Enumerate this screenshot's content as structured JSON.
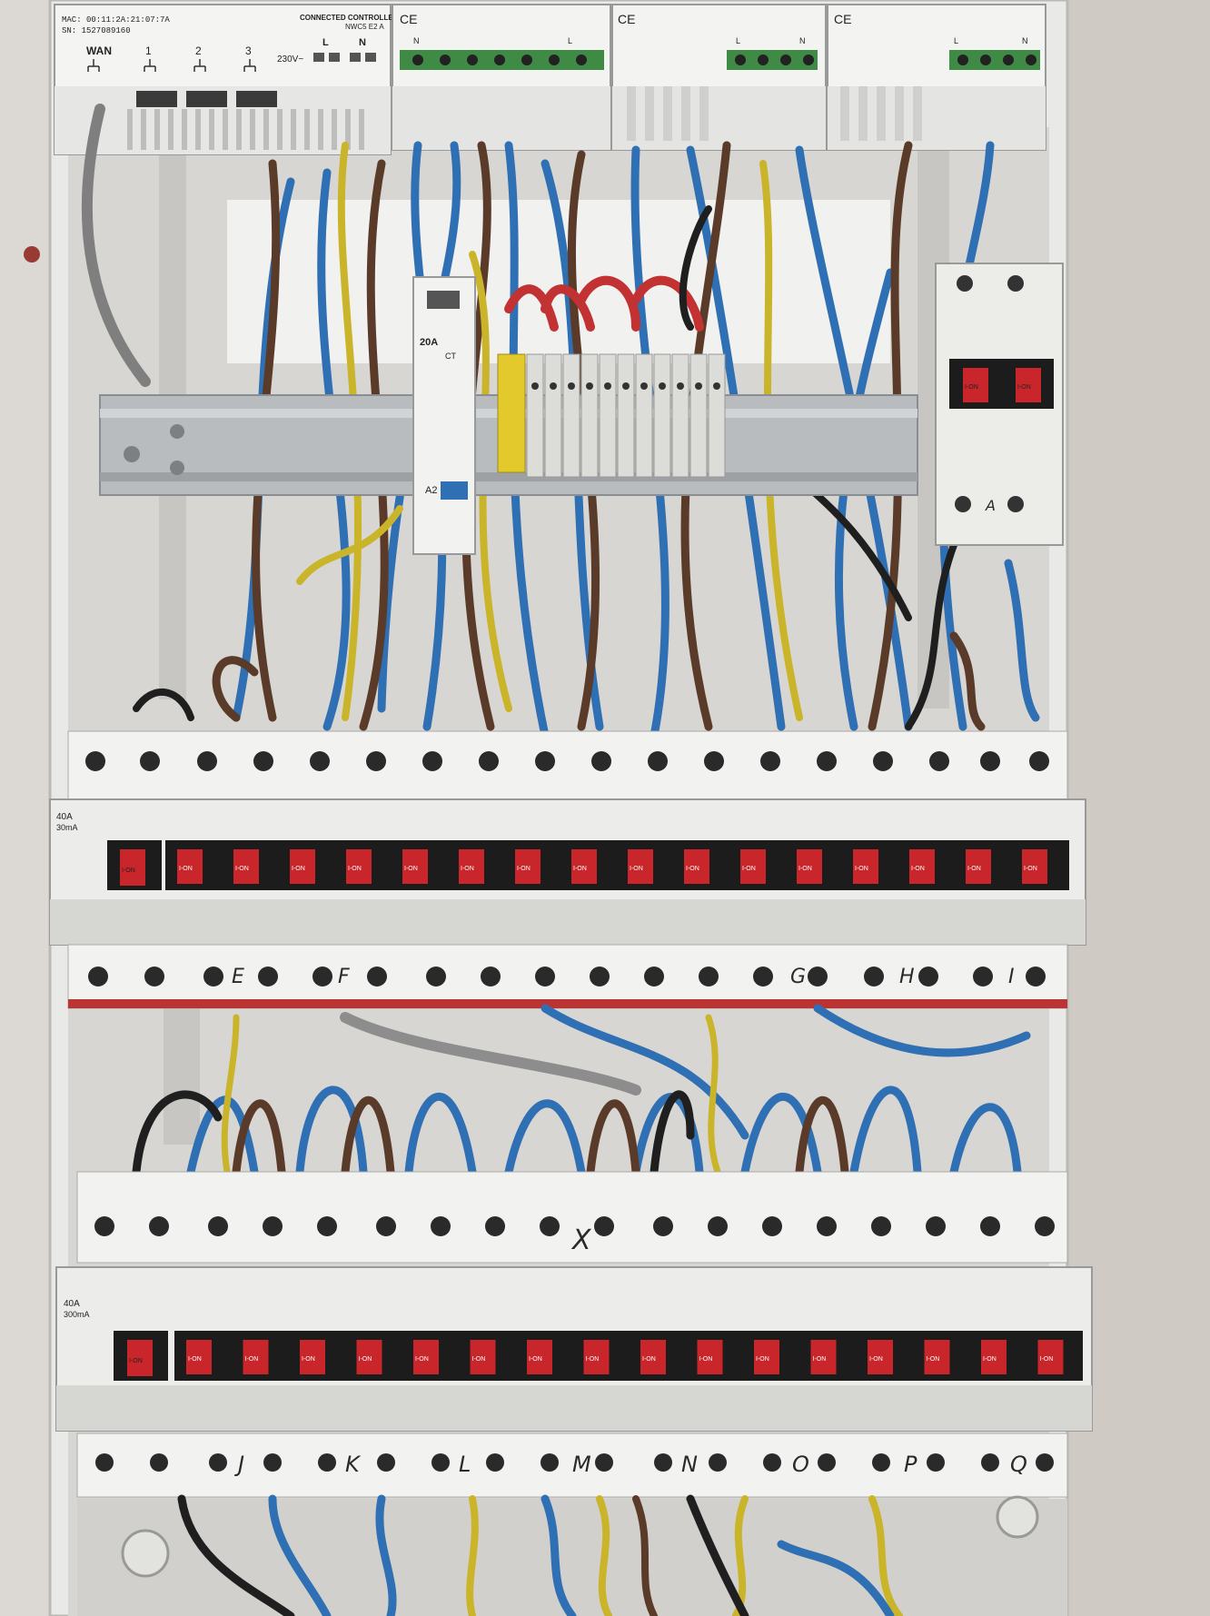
{
  "controller": {
    "mac_line": "MAC: 00:11:2A:21:07:7A",
    "sn_line": "SN: 1527089160",
    "wan_label": "WAN",
    "port_labels": [
      "1",
      "2",
      "3"
    ],
    "title": "CONNECTED CONTROLLER",
    "model": "NWC5 E2 A",
    "voltage": "230V~",
    "l_label": "L",
    "n_label": "N"
  },
  "din_modules": [
    {
      "mark": "CE",
      "term_l": "L",
      "term_n": "N"
    },
    {
      "mark": "CE",
      "term_l": "L",
      "term_n": "N"
    },
    {
      "mark": "CE",
      "term_l": "L",
      "term_n": "N"
    }
  ],
  "contactor": {
    "rating": "20A",
    "code": "CT",
    "a2_label": "A2"
  },
  "main_breaker": {
    "on_labels": [
      "I-ON",
      "I-ON"
    ]
  },
  "upper_row": {
    "rcd": {
      "rating": "40A",
      "sens": "30mA",
      "on": "I-ON"
    },
    "mcb_on": "I-ON",
    "pairs": 8
  },
  "upper_handwritten": [
    "E",
    "F",
    "G",
    "H",
    "I"
  ],
  "lower_row": {
    "rcd": {
      "rating": "40A",
      "sens": "300mA",
      "on": "I-ON"
    },
    "mcb_on": "I-ON"
  },
  "lower_handwritten": [
    "J",
    "K",
    "L",
    "M",
    "N",
    "O",
    "P",
    "Q"
  ],
  "marks": {
    "breaker_x": "X",
    "main_a": "A"
  },
  "colors": {
    "enclosure": "#ededeb",
    "din_rail": "#b9bcbf",
    "wire_blue": "#2f6fb3",
    "wire_brown": "#5a3a28",
    "wire_yellow": "#c9b42a",
    "wire_red": "#c23232",
    "wire_black": "#1f1f1f",
    "breaker_black": "#1c1c1c",
    "on_red": "#c8262a",
    "terminal_green": "#3f8a45"
  }
}
